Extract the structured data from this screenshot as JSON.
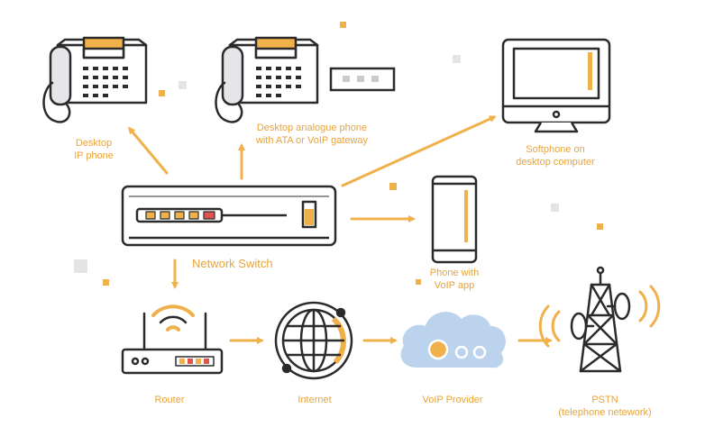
{
  "labels": {
    "desktop_ip_phone": "Desktop\nIP phone",
    "analogue_phone": "Desktop  analogue phone\nwith ATA  or VoIP gateway",
    "softphone": "Softphone on\ndesktop computer",
    "network_switch": "Network Switch",
    "mobile_phone": "Phone with\nVoIP app",
    "router": "Router",
    "internet": "Internet",
    "voip_provider": "VoIP Provider",
    "pstn": "PSTN\n(telephone netework)"
  },
  "colors": {
    "accent": "#f0b04a",
    "accent_dark": "#e8a33a",
    "stroke": "#2b2b2b",
    "device_fill": "#ffffff",
    "device_gray": "#e4e6e9",
    "cloud": "#bcd3ee",
    "red_port": "#e0524b",
    "decor_gray": "#e3e4e6"
  },
  "icons": [
    "ip-phone-icon",
    "analogue-phone-icon",
    "ata-adapter-icon",
    "desktop-computer-icon",
    "network-switch-icon",
    "smartphone-icon",
    "router-icon",
    "globe-icon",
    "cloud-icon",
    "cell-tower-icon"
  ]
}
